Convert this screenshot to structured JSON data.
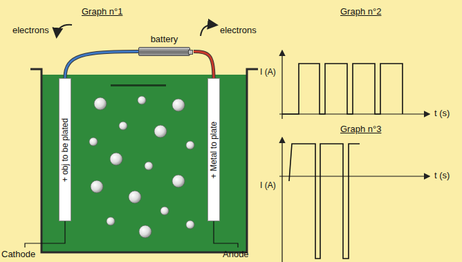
{
  "diagram": {
    "nodes": [
      {
        "text": [
          "battery"
        ]
      },
      {
        "text": [
          "+ obj to be plated"
        ]
      },
      {
        "text": [
          "+ Metal to plate"
        ]
      }
    ],
    "edges": [
      {
        "from": 0,
        "to": 1,
        "arrow": "none"
      },
      {
        "from": 0,
        "to": 2,
        "arrow": "none"
      }
    ],
    "labels": [
      "Graph n°1",
      "Graph n°2",
      "Graph n°3",
      "electrons",
      "electrons",
      "I (A)",
      "I (A)",
      "t (s)",
      "t (s)",
      "Cathode",
      "Anode"
    ]
  }
}
